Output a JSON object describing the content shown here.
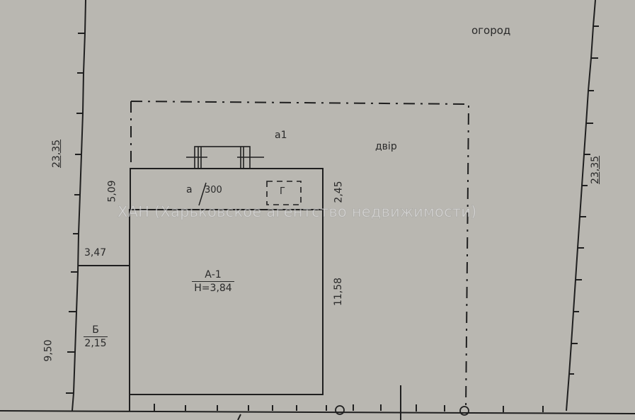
{
  "drawing": {
    "type": "site-plan",
    "background_color": "#b9b7b1",
    "line_color": "#1f1f1f"
  },
  "zones": {
    "garden": "огород",
    "yard": "двір",
    "annex_a1": "а1",
    "annex_a": "а",
    "annex_a_area": "300",
    "garage_label": "Г"
  },
  "buildings": {
    "main": {
      "name": "А-1",
      "height": "Н=3,84"
    },
    "shed": {
      "name": "Б",
      "height": "2,15"
    }
  },
  "dimensions": {
    "left_boundary": "23,35",
    "right_boundary": "23,35",
    "annex_a_depth_left": "5,09",
    "annex_a_depth_right": "2,45",
    "main_building_length": "11,58",
    "shed_width": "3,47",
    "shed_length": "9,50"
  },
  "watermark": "ХАН (Харьковское агентство недвижимости)"
}
